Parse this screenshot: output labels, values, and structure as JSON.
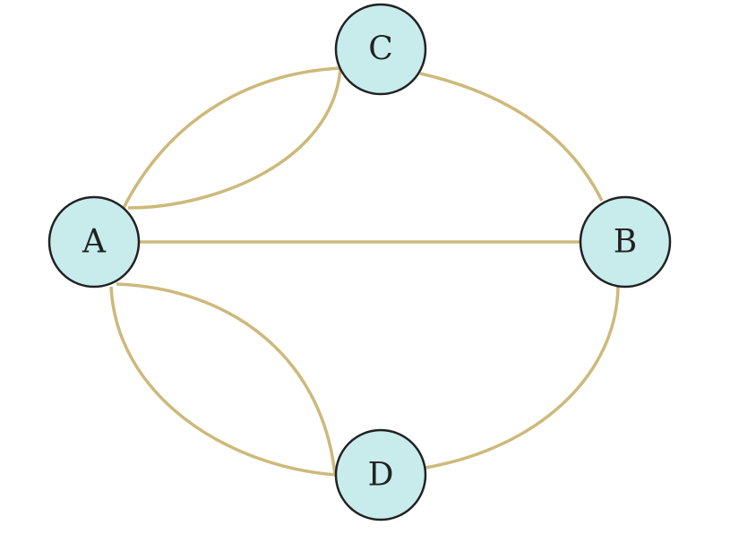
{
  "graph": {
    "nodes": [
      {
        "id": "A",
        "label": "A"
      },
      {
        "id": "B",
        "label": "B"
      },
      {
        "id": "C",
        "label": "C"
      },
      {
        "id": "D",
        "label": "D"
      }
    ],
    "edges": [
      {
        "from": "A",
        "to": "C",
        "kind": "outer"
      },
      {
        "from": "A",
        "to": "C",
        "kind": "inner"
      },
      {
        "from": "A",
        "to": "B",
        "kind": "straight"
      },
      {
        "from": "C",
        "to": "B",
        "kind": "outer"
      },
      {
        "from": "A",
        "to": "D",
        "kind": "outer"
      },
      {
        "from": "A",
        "to": "D",
        "kind": "inner"
      },
      {
        "from": "D",
        "to": "B",
        "kind": "outer"
      }
    ]
  },
  "colors": {
    "edge": "#cdb97a",
    "node_fill": "#c8ecec",
    "node_stroke": "#222222",
    "label": "#222222"
  }
}
